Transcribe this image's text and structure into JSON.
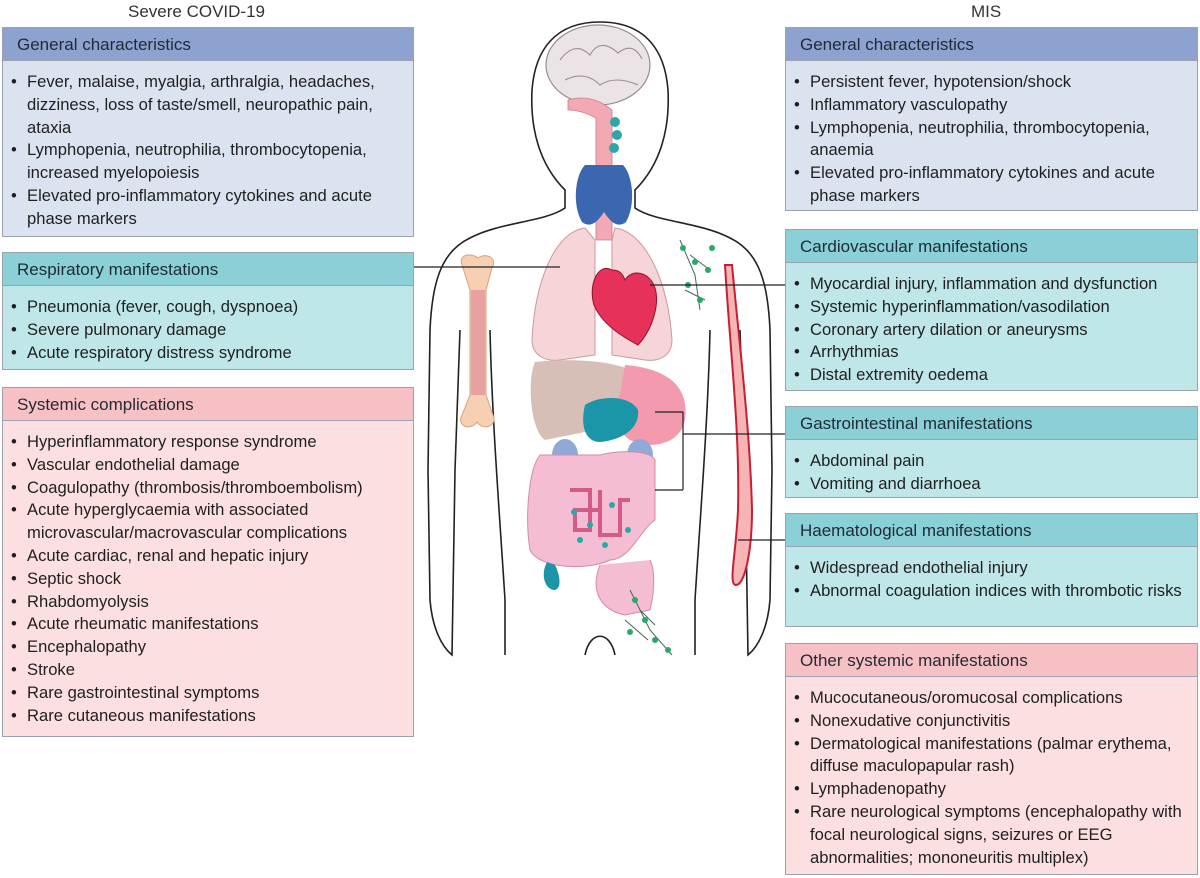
{
  "left_column": {
    "title": "Severe COVID-19",
    "general": {
      "heading": "General characteristics",
      "items": [
        "Fever, malaise, myalgia, arthralgia, headaches, dizziness, loss of taste/smell, neuropathic pain, ataxia",
        "Lymphopenia, neutrophilia, thrombocytopenia, increased myelopoiesis",
        "Elevated pro-inflammatory cytokines and acute phase markers"
      ]
    },
    "respiratory": {
      "heading": "Respiratory manifestations",
      "items": [
        "Pneumonia (fever, cough, dyspnoea)",
        "Severe pulmonary damage",
        "Acute respiratory distress syndrome"
      ]
    },
    "systemic": {
      "heading": "Systemic complications",
      "items": [
        "Hyperinflammatory response syndrome",
        "Vascular endothelial damage",
        "Coagulopathy (thrombosis/thromboembolism)",
        "Acute hyperglycaemia with associated microvascular/macrovascular complications",
        "Acute cardiac, renal and hepatic injury",
        "Septic shock",
        "Rhabdomyolysis",
        "Acute rheumatic manifestations",
        "Encephalopathy",
        "Stroke",
        "Rare gastrointestinal symptoms",
        "Rare cutaneous manifestations"
      ]
    }
  },
  "right_column": {
    "title": "MIS",
    "general": {
      "heading": "General characteristics",
      "items": [
        "Persistent fever, hypotension/shock",
        "Inflammatory vasculopathy",
        "Lymphopenia, neutrophilia, thrombocytopenia, anaemia",
        "Elevated pro-inflammatory cytokines and acute phase markers"
      ]
    },
    "cardiovascular": {
      "heading": "Cardiovascular manifestations",
      "items": [
        "Myocardial injury, inflammation and dysfunction",
        "Systemic hyperinflammation/vasodilation",
        "Coronary artery dilation or aneurysms",
        "Arrhythmias",
        "Distal extremity oedema"
      ]
    },
    "gastrointestinal": {
      "heading": "Gastrointestinal manifestations",
      "items": [
        "Abdominal pain",
        "Vomiting and diarrhoea"
      ]
    },
    "haematological": {
      "heading": "Haematological manifestations",
      "items": [
        "Widespread endothelial injury",
        "Abnormal coagulation indices with thrombotic risks"
      ]
    },
    "other": {
      "heading": "Other systemic manifestations",
      "items": [
        "Mucocutaneous/oromucosal complications",
        "Nonexudative conjunctivitis",
        "Dermatological manifestations (palmar erythema, diffuse maculopapular rash)",
        "Lymphadenopathy",
        "Rare neurological symptoms (encephalopathy with focal neurological signs, seizures or EEG abnormalities; mononeuritis multiplex)"
      ]
    }
  },
  "colors": {
    "general_header": "#8ea2cf",
    "general_body": "#dbe3f1",
    "organ_header": "#8ad0d6",
    "organ_body": "#bfe6e9",
    "systemic_header": "#f7c0c4",
    "systemic_body": "#fcdfe1"
  },
  "body_illustration": {
    "organs": [
      "brain-icon",
      "trachea-icon",
      "thyroid-icon",
      "lungs-icon",
      "heart-icon",
      "liver-icon",
      "stomach-icon",
      "spleen-icon",
      "kidneys-icon",
      "intestines-icon",
      "appendix-icon",
      "bone-icon",
      "blood-vessel-icon",
      "lymph-node-icon"
    ]
  }
}
